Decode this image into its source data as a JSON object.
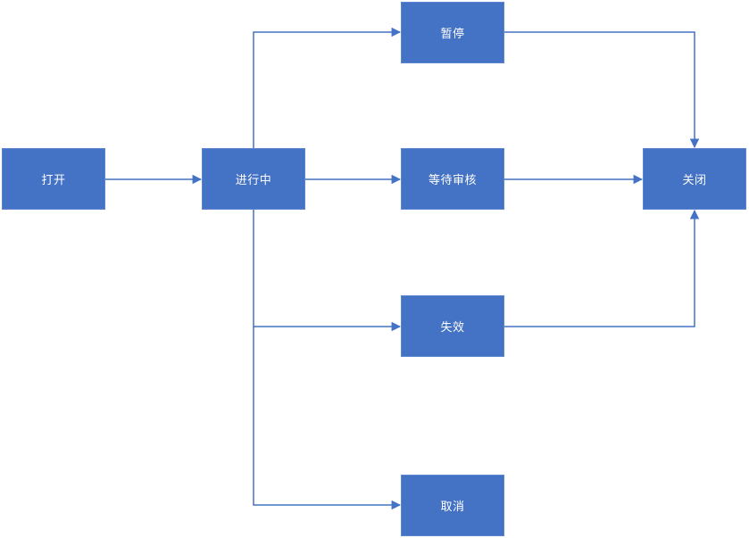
{
  "nodes": {
    "open": "打开",
    "in_progress": "进行中",
    "paused": "暂停",
    "pending_review": "等待审核",
    "invalid": "失效",
    "cancelled": "取消",
    "closed": "关闭"
  },
  "colors": {
    "node_fill": "#4472c4",
    "edge": "#4472c4",
    "label": "#ffffff"
  }
}
